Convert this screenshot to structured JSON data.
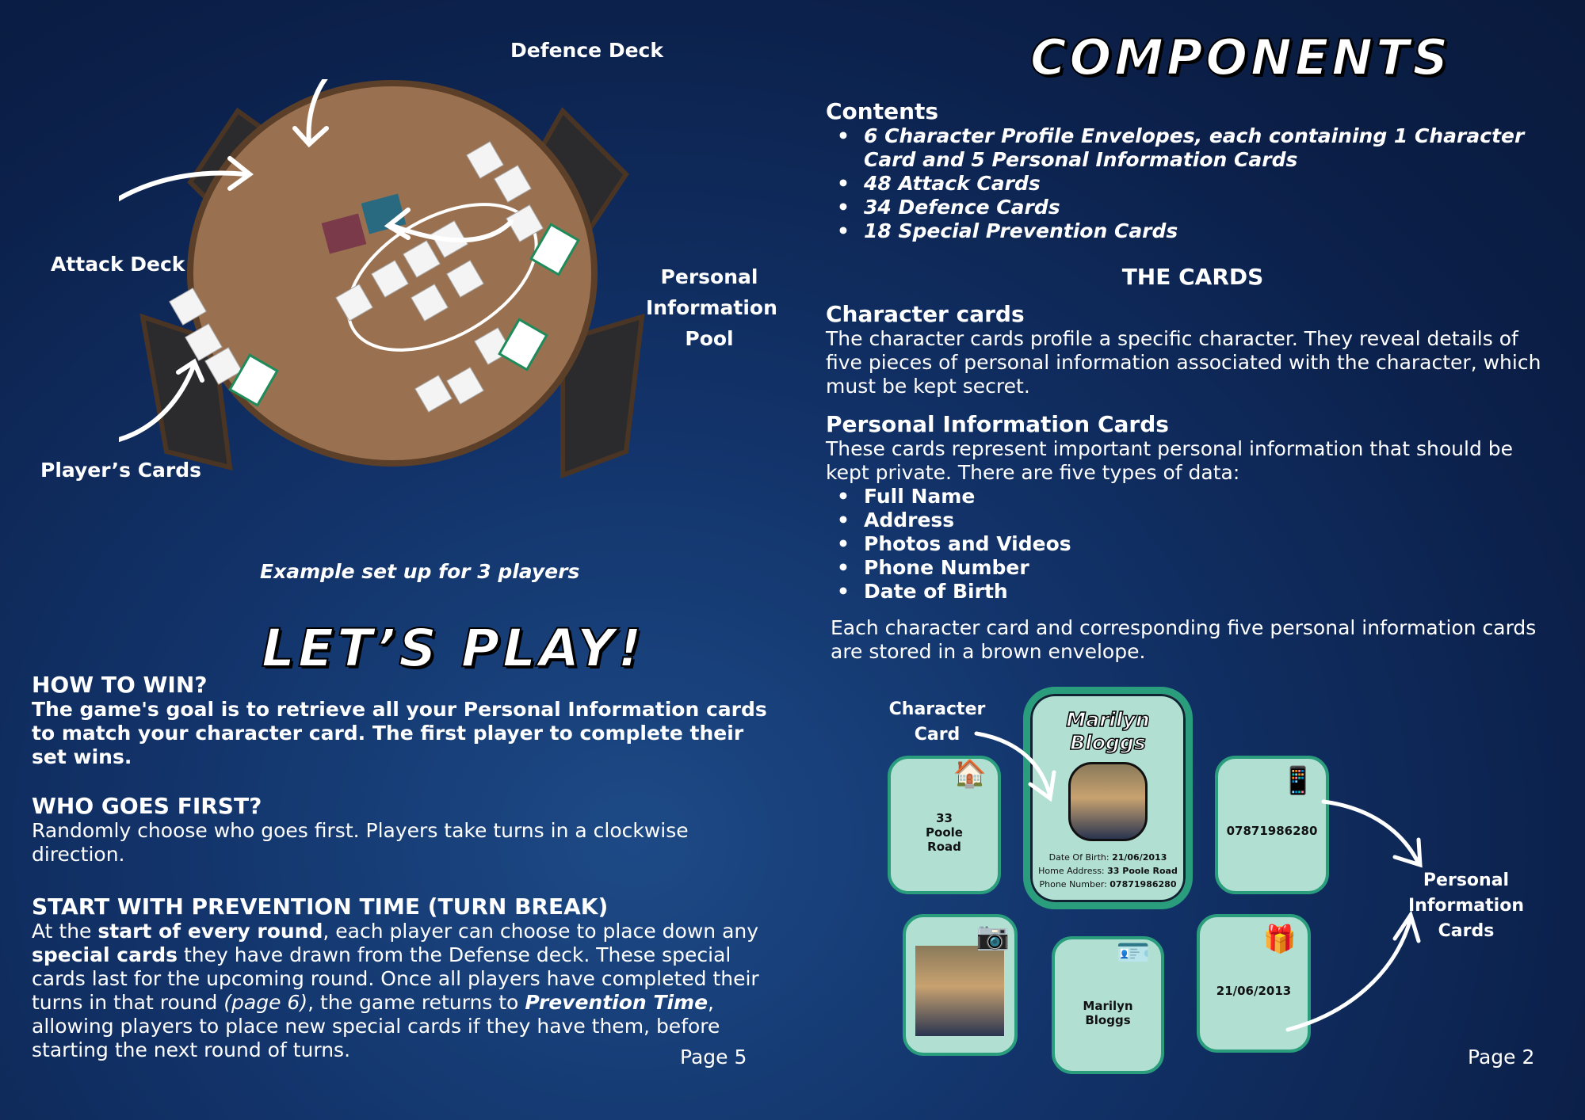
{
  "left": {
    "labels": {
      "defence_deck": "Defence Deck",
      "attack_deck": "Attack Deck",
      "pi_pool": [
        "Personal",
        "Information",
        "Pool"
      ],
      "players_cards": "Player’s Cards"
    },
    "caption": "Example set up for 3 players",
    "title": "LET’S PLAY!",
    "how_to_win": {
      "heading": "HOW TO WIN?",
      "text": "The game's goal is to retrieve all your Personal Information cards to match your character card. The first player to complete their set wins."
    },
    "who_first": {
      "heading": "WHO GOES FIRST?",
      "text": "Randomly choose who goes first. Players take turns in a clockwise direction."
    },
    "prevention": {
      "heading": "START WITH PREVENTION TIME (TURN BREAK)",
      "t1": "At the ",
      "b1": "start of every round",
      "t2": ", each player can choose to place down any ",
      "b2": "special cards",
      "t3": " they have drawn from the Defense deck. These special cards last for the upcoming round. Once all players have completed their turns in that round ",
      "i1": "(page 6)",
      "t4": ", the game returns to ",
      "bi1": "Prevention Time",
      "t5": ", allowing players to place new special cards if they have them, before starting the next round of turns."
    },
    "page": "Page 5"
  },
  "right": {
    "title": "COMPONENTS",
    "contents_heading": "Contents",
    "contents": [
      "6 Character Profile Envelopes, each containing 1 Character Card and 5 Personal Information Cards",
      "48 Attack Cards",
      "34 Defence Cards",
      "18 Special Prevention Cards"
    ],
    "the_cards": "THE CARDS",
    "char_heading": "Character cards",
    "char_text": "The character cards profile a specific character. They reveal details of five pieces of personal information associated with the character, which must be kept secret.",
    "pi_heading": "Personal Information Cards",
    "pi_text": "These cards represent important personal information that should be kept private. There are five types of data:",
    "pi_types": [
      "Full Name",
      "Address",
      "Photos and Videos",
      "Phone Number",
      "Date of Birth"
    ],
    "envelope_text": "Each character card and corresponding five personal information cards are stored in a brown envelope.",
    "char_card_label": [
      "Character",
      "Card"
    ],
    "pi_cards_label": [
      "Personal",
      "Information",
      "Cards"
    ],
    "character": {
      "name": "Marilyn Bloggs",
      "dob_label": "Date Of Birth:",
      "dob": "21/06/2013",
      "addr_label": "Home Address:",
      "addr": "33 Poole Road",
      "phone_label": "Phone Number:",
      "phone": "07871986280"
    },
    "cards": {
      "address": [
        "33",
        "Poole",
        "Road"
      ],
      "phone": "07871986280",
      "name": [
        "Marilyn",
        "Bloggs"
      ],
      "dob": "21/06/2013"
    },
    "page": "Page 2"
  }
}
